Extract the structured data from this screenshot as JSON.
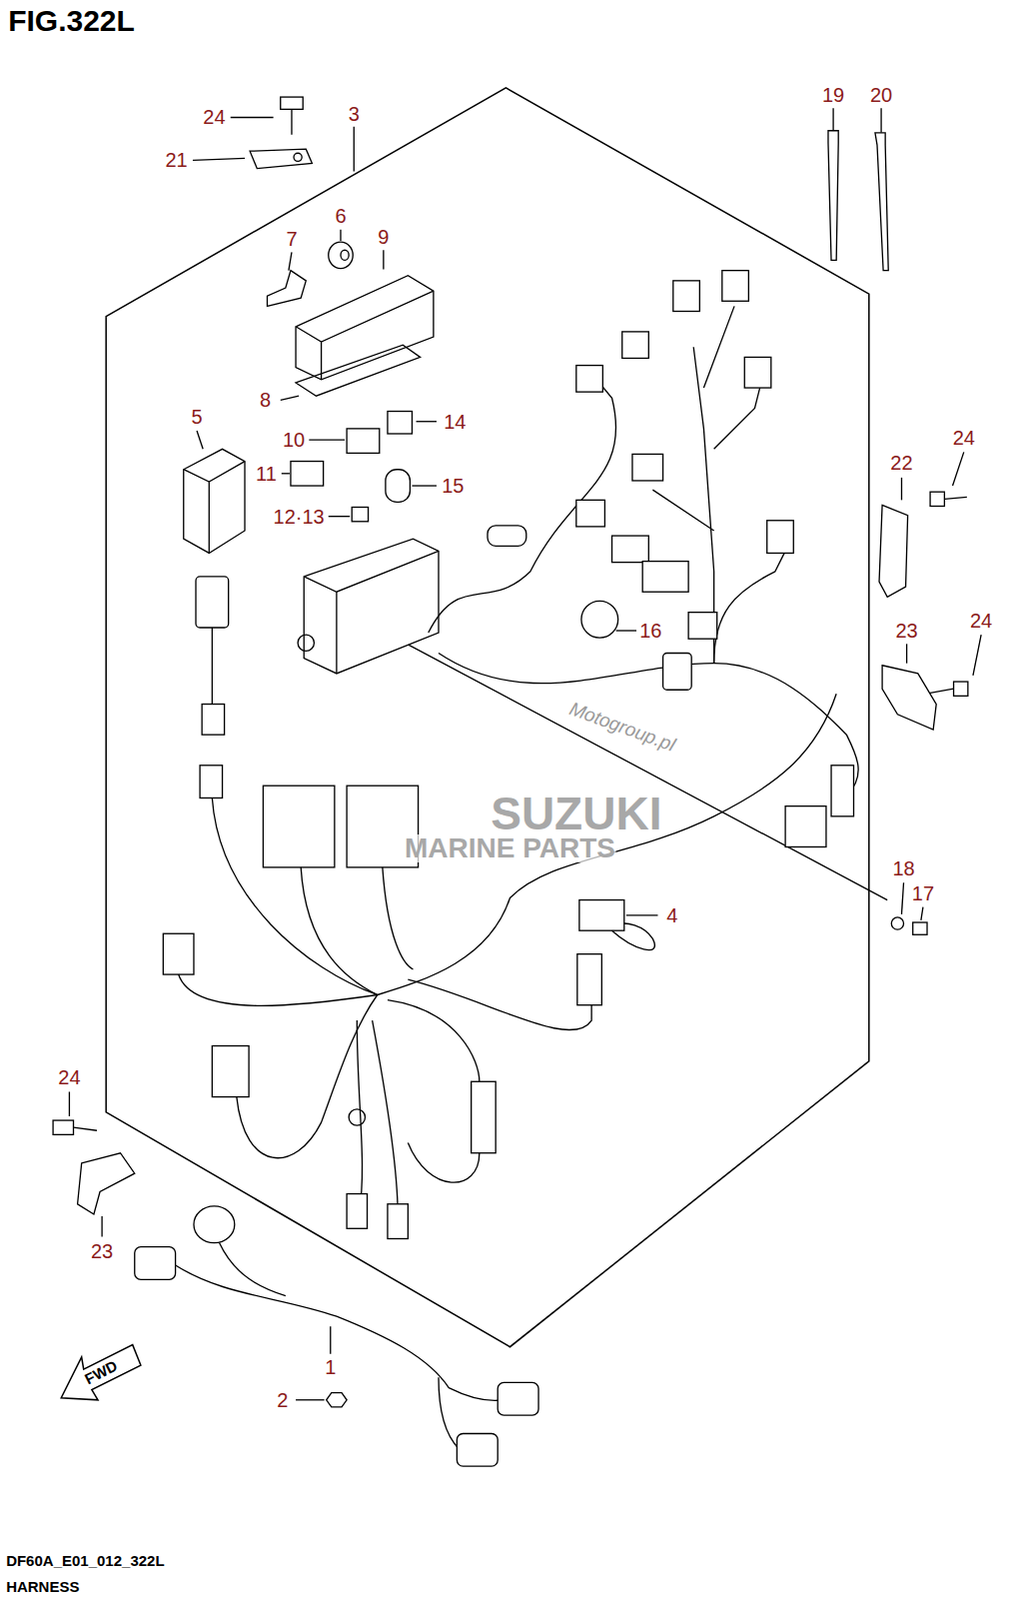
{
  "diagram": {
    "title": "FIG.322L",
    "labels": [
      "24",
      "21",
      "3",
      "6",
      "7",
      "9",
      "19",
      "20",
      "8",
      "5",
      "10",
      "14",
      "11",
      "15",
      "12·13",
      "22",
      "24",
      "16",
      "23",
      "24",
      "18",
      "17",
      "4",
      "24",
      "23",
      "1",
      "2",
      "FWD",
      "Motogroup.pl",
      "SUZUKI",
      "MARINE PARTS",
      "DF60A_E01_012_322L",
      "HARNESS"
    ]
  }
}
